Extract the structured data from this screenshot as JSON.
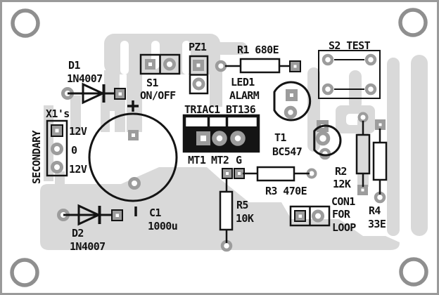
{
  "board": {
    "kind": "pcb-component-layout",
    "colors": {
      "copper_pour": "#d9d9d9",
      "pad_gray": "#9c9c9c",
      "silkscreen": "#141414",
      "board": "#ffffff",
      "mounting_hole_ring": "#8f8f8f"
    }
  },
  "components": {
    "d1": {
      "ref": "D1",
      "value": "1N4007"
    },
    "d2": {
      "ref": "D2",
      "value": "1N4007"
    },
    "s1": {
      "ref": "S1",
      "value": "ON/OFF"
    },
    "pz1": {
      "ref": "PZ1"
    },
    "r1": {
      "label": "R1 680E"
    },
    "led1": {
      "ref": "LED1",
      "value": "ALARM"
    },
    "s2": {
      "label": "S2 TEST"
    },
    "x1": {
      "ref": "X1's",
      "winding": "SECONDARY",
      "pins": [
        "12V",
        "0",
        "12V"
      ]
    },
    "triac1": {
      "label": "TRIAC1 BT136",
      "pads": [
        "MT1",
        "MT2",
        "G"
      ]
    },
    "t1": {
      "ref": "T1",
      "value": "BC547"
    },
    "c1": {
      "ref": "C1",
      "value": "1000u",
      "polarity_plus": "+"
    },
    "r2": {
      "ref": "R2",
      "value": "12K"
    },
    "r3": {
      "label": "R3 470E"
    },
    "r4": {
      "ref": "R4",
      "value": "33E"
    },
    "r5": {
      "ref": "R5",
      "value": "10K"
    },
    "con1": {
      "lines": [
        "CON1",
        "FOR",
        "LOOP"
      ]
    }
  }
}
